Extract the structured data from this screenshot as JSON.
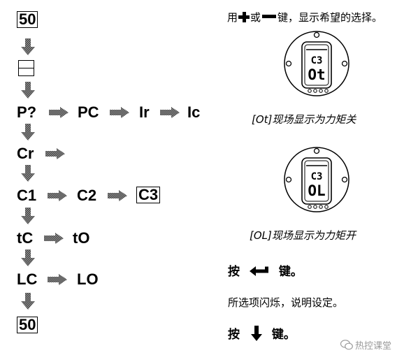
{
  "flow": {
    "start": "50",
    "row_p": [
      "P?",
      "PC",
      "Ir",
      "Ic"
    ],
    "row_cr": [
      "Cr"
    ],
    "row_c": [
      "C1",
      "C2",
      "C3"
    ],
    "row_t": [
      "tC",
      "tO"
    ],
    "row_l": [
      "LC",
      "LO"
    ],
    "end": "50"
  },
  "instructions": {
    "select_prefix": "用",
    "select_mid": "或",
    "select_suffix": "键，显示希望的选择。",
    "display1_top": "C3",
    "display1_bottom": "Ot",
    "caption1_code": "[Ot]",
    "caption1_text": "现场显示为力矩关",
    "display2_top": "C3",
    "display2_bottom": "OL",
    "caption2_code": "[OL]",
    "caption2_text": "现场显示为力矩开",
    "press_enter_prefix": "按",
    "press_enter_suffix": "键。",
    "flashing_text": "所选项闪烁，说明设定。",
    "press_down_prefix": "按",
    "press_down_suffix": "键。"
  },
  "watermark": "热控课堂",
  "colors": {
    "arrow_fill": "#7a7a7a",
    "arrow_dark": "#3c3c3c"
  }
}
